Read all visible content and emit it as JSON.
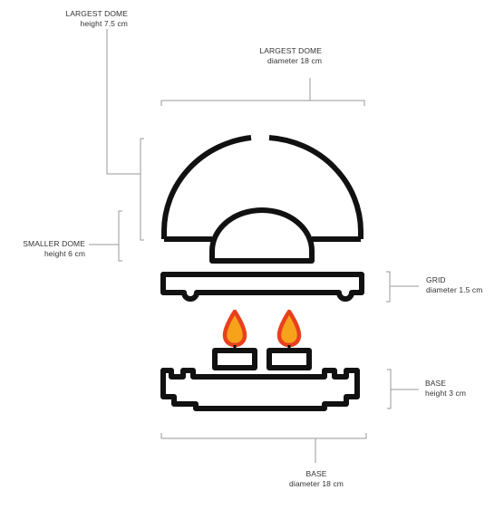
{
  "labels": {
    "largest_height": {
      "title": "LARGEST DOME",
      "sub": "height 7.5 cm"
    },
    "largest_diameter": {
      "title": "LARGEST DOME",
      "sub": "diameter 18 cm"
    },
    "smaller_height": {
      "title": "SMALLER DOME",
      "sub": "height 6 cm"
    },
    "grid": {
      "title": "GRID",
      "sub": "diameter 1.5 cm"
    },
    "base_height": {
      "title": "BASE",
      "sub": "height 3 cm"
    },
    "base_diameter": {
      "title": "BASE",
      "sub": "diameter 18 cm"
    }
  },
  "colors": {
    "outline": "#111111",
    "dimension_line": "#9a9a9a",
    "flame_outer": "#e8401c",
    "flame_inner": "#f7a21b"
  }
}
